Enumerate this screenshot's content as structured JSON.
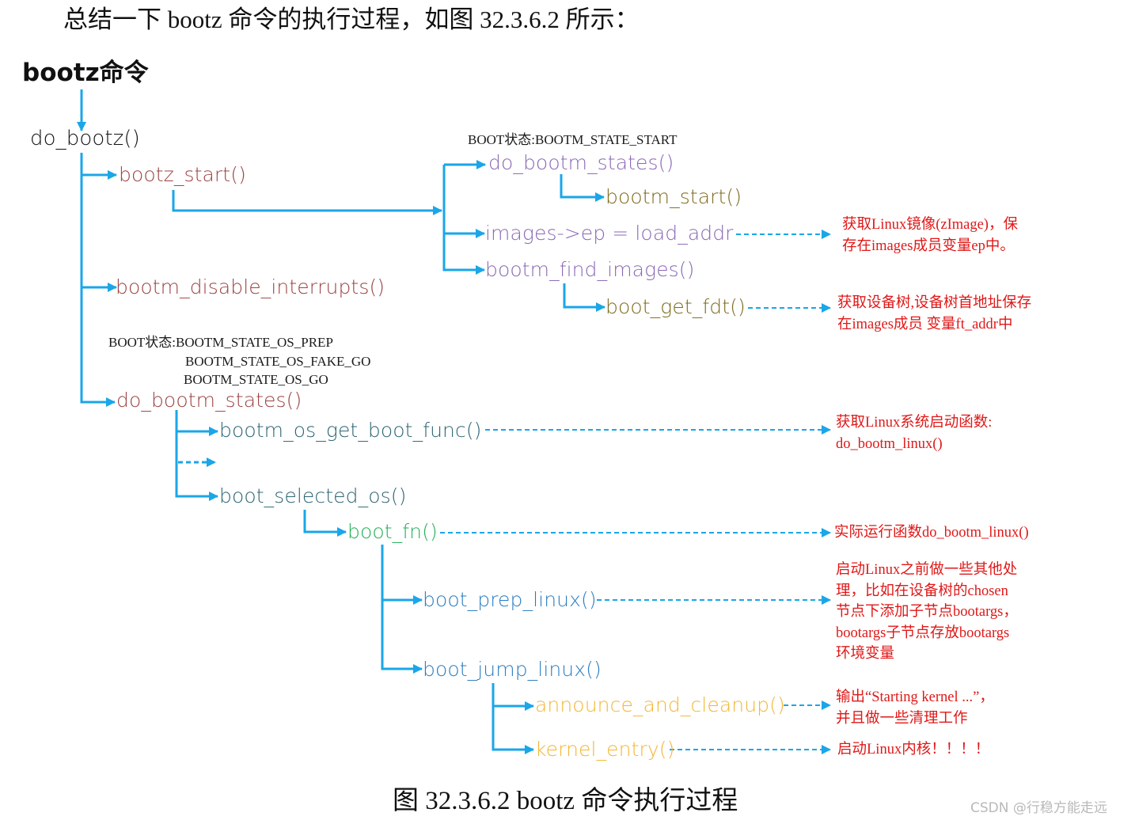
{
  "intro": "总结一下 bootz 命令的执行过程，如图 32.3.6.2 所示：",
  "root": "bootz命令",
  "caption": "图 32.3.6.2 bootz 命令执行过程",
  "watermark": "CSDN @行稳方能走远",
  "state_start": "BOOT状态:BOOTM_STATE_START",
  "state_os_1": "BOOT状态:BOOTM_STATE_OS_PREP",
  "state_os_2": "BOOTM_STATE_OS_FAKE_GO",
  "state_os_3": "BOOTM_STATE_OS_GO",
  "nodes": {
    "do_bootz": "do_bootz()",
    "bootz_start": "bootz_start()",
    "do_bootm_states_1": "do_bootm_states()",
    "bootm_start": "bootm_start()",
    "images_ep": "images->ep = load_addr",
    "bootm_find_images": "bootm_find_images()",
    "boot_get_fdt": "boot_get_fdt()",
    "bootm_disable_interrupts": "bootm_disable_interrupts()",
    "do_bootm_states_2": "do_bootm_states()",
    "bootm_os_get_boot_func": "bootm_os_get_boot_func()",
    "boot_selected_os": "boot_selected_os()",
    "boot_fn": "boot_fn()",
    "boot_prep_linux": "boot_prep_linux()",
    "boot_jump_linux": "boot_jump_linux()",
    "announce_and_cleanup": "announce_and_cleanup()",
    "kernel_entry": "kernel_entry()"
  },
  "notes": {
    "images_ep": "获取Linux镜像(zImage)，保\n存在images成员变量ep中。",
    "boot_get_fdt": "获取设备树,设备树首地址保存\n在images成员 变量ft_addr中",
    "bootm_os_get_boot_func": "获取Linux系统启动函数:\ndo_bootm_linux()",
    "boot_fn": "实际运行函数do_bootm_linux()",
    "boot_prep_linux": "启动Linux之前做一些其他处\n理，比如在设备树的chosen\n节点下添加子节点bootargs，\nbootargs子节点存放bootargs\n环境变量",
    "announce_and_cleanup": "输出“Starting kernel ...”，\n并且做一些清理工作",
    "kernel_entry": "启动Linux内核！！！！"
  },
  "colors": {
    "arrow": "#1aa6e8",
    "note": "#e01818",
    "level1": "#9b4343",
    "purple": "#8a68b4",
    "olive": "#7f6a1c",
    "teal": "#2d6574",
    "green": "#22b05a",
    "blue": "#2a7dc0",
    "gold": "#f2b632",
    "black": "#111111"
  }
}
